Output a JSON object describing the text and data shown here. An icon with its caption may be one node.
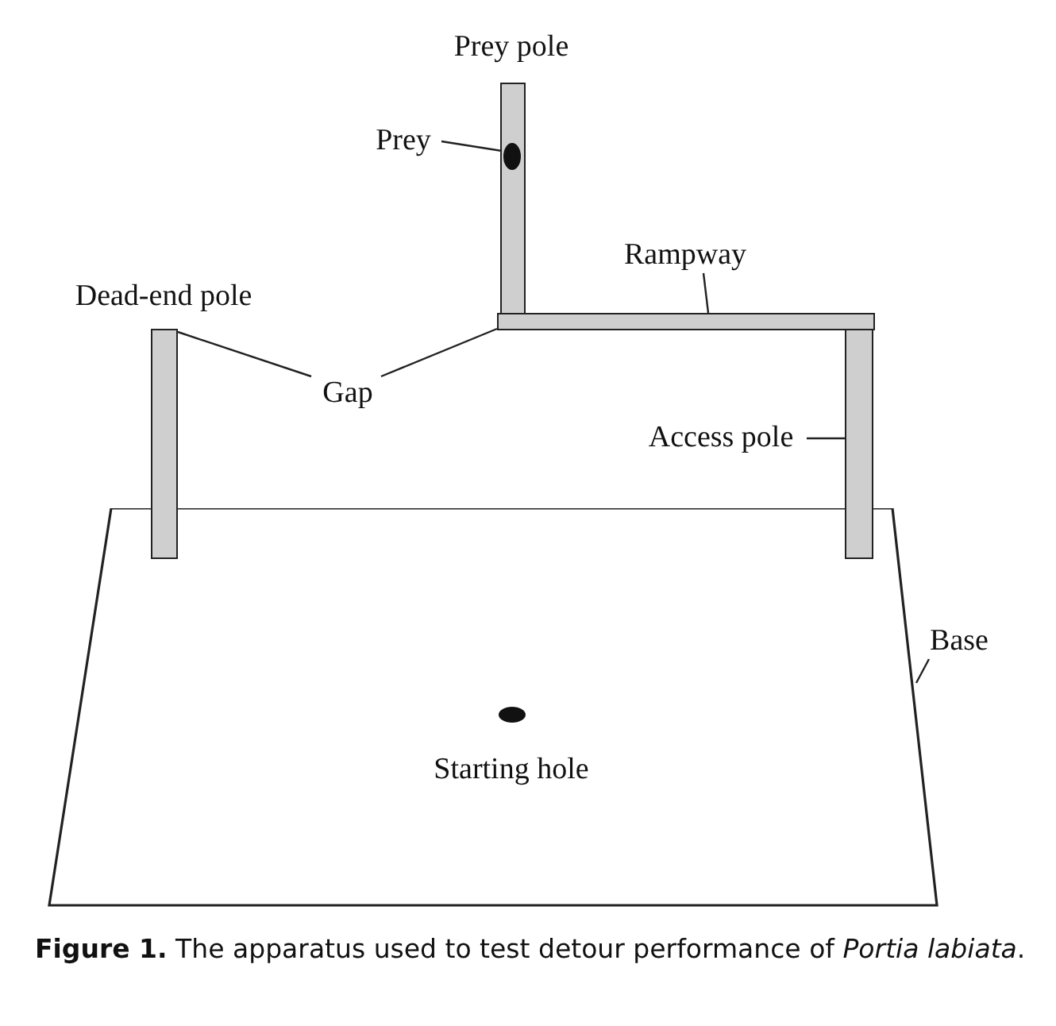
{
  "diagram": {
    "caption": "**Figure 1.** The apparatus used to test detour performance of *Portia labiata*.",
    "nodes": [
      {
        "text": [],
        "shape": "bar",
        "beside": [
          "Prey pole"
        ]
      },
      {
        "text": [
          "Prey"
        ]
      },
      {
        "text": [],
        "shape": "circle",
        "in": 0
      },
      {
        "text": [
          "Rampway"
        ]
      },
      {
        "text": [],
        "shape": "bar"
      },
      {
        "text": [],
        "shape": "bar",
        "beside": [
          "Dead-end pole"
        ]
      },
      {
        "text": [
          "Gap"
        ]
      },
      {
        "text": [
          "Access pole"
        ]
      },
      {
        "text": [],
        "shape": "bar"
      },
      {
        "text": [
          "Base"
        ]
      },
      {
        "text": [],
        "shape": "box"
      },
      {
        "text": [],
        "shape": "circle",
        "in": 10,
        "beside": [
          "Starting hole"
        ]
      }
    ],
    "edges": [
      {
        "from": 1,
        "to": 2,
        "arrow": "none"
      },
      {
        "from": 3,
        "to": 4,
        "arrow": "none"
      },
      {
        "from": 6,
        "to": 5,
        "arrow": "none"
      },
      {
        "from": 6,
        "to": 4,
        "arrow": "none"
      },
      {
        "from": 7,
        "to": 8,
        "arrow": "none"
      },
      {
        "from": 9,
        "to": 10,
        "arrow": "none"
      }
    ]
  }
}
